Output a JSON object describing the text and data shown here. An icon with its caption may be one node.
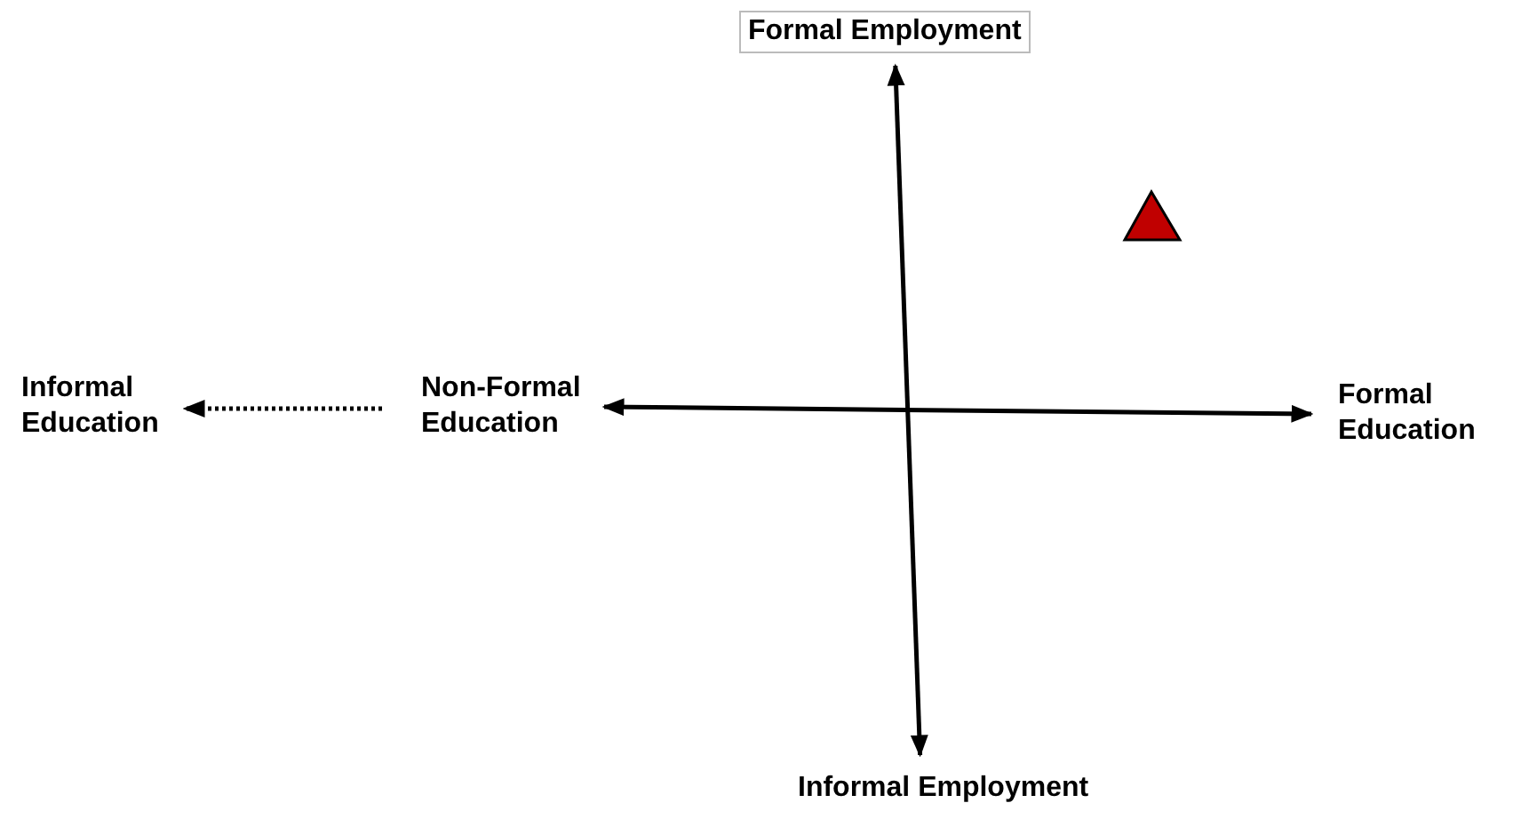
{
  "diagram": {
    "nodes": [
      {
        "text": [
          "Formal Employment"
        ]
      },
      {
        "text": [
          "Informal Education"
        ]
      },
      {
        "text": [
          "Non-Formal Education"
        ]
      },
      {
        "text": [
          "Formal Education"
        ]
      },
      {
        "text": [
          "Informal Employment"
        ]
      }
    ],
    "edges": [
      {
        "from": 0,
        "to": 4,
        "arrow": "both"
      },
      {
        "from": 2,
        "to": 3,
        "arrow": "both"
      },
      {
        "from": 2,
        "to": 1,
        "arrow": "to",
        "style": "dashed"
      }
    ]
  }
}
